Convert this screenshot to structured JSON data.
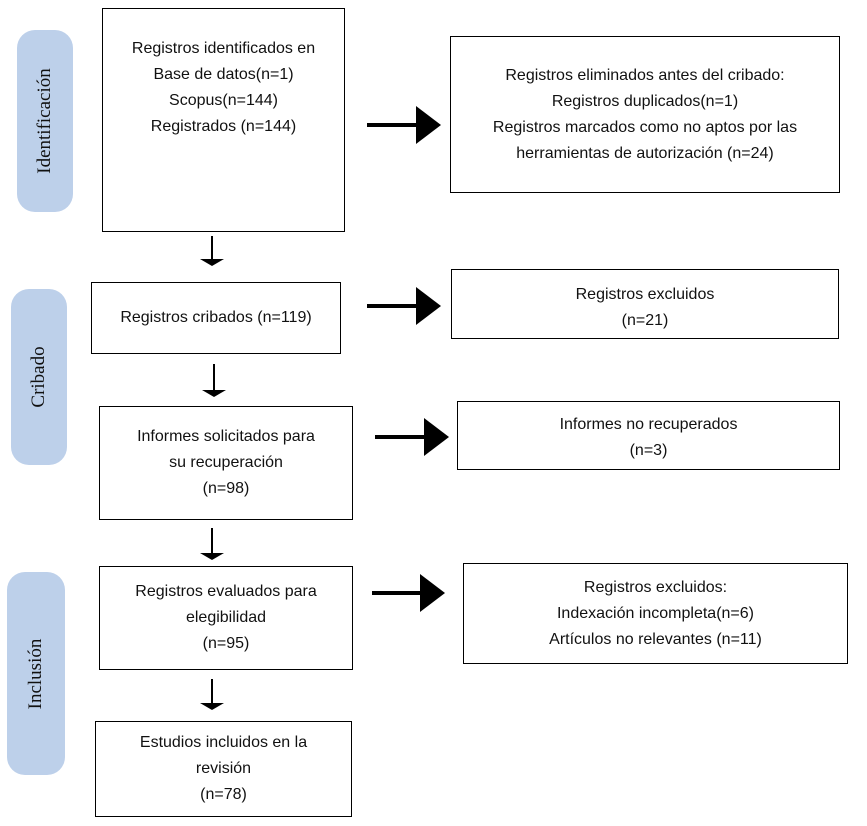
{
  "stages": {
    "identificacion": "Identificación",
    "cribado": "Cribado",
    "inclusion": "Inclusión"
  },
  "boxes": {
    "identified": {
      "lines": [
        "Registros identificados en",
        "Base de datos(n=1)",
        "Scopus(n=144)",
        "Registrados (n=144)"
      ]
    },
    "removed": {
      "lines": [
        "Registros eliminados antes del cribado:",
        "Registros duplicados(n=1)",
        "Registros marcados como no aptos por las",
        "herramientas de autorización (n=24)"
      ]
    },
    "screened": {
      "lines": [
        "Registros cribados (n=119)"
      ]
    },
    "excluded_screen": {
      "lines": [
        "Registros excluidos",
        "(n=21)"
      ]
    },
    "sought": {
      "lines": [
        "Informes solicitados para",
        "su recuperación",
        "(n=98)"
      ]
    },
    "not_retrieved": {
      "lines": [
        "Informes no recuperados",
        "(n=3)"
      ]
    },
    "assessed": {
      "lines": [
        "Registros evaluados para",
        "elegibilidad",
        "(n=95)"
      ]
    },
    "excluded_eligibility": {
      "lines": [
        "Registros excluidos:",
        "Indexación incompleta(n=6)",
        "Artículos no relevantes (n=11)"
      ]
    },
    "included": {
      "lines": [
        "Estudios incluidos en la",
        "revisión",
        "(n=78)"
      ]
    }
  },
  "colors": {
    "stage_fill": "#bdd0ea",
    "line": "#000000"
  }
}
